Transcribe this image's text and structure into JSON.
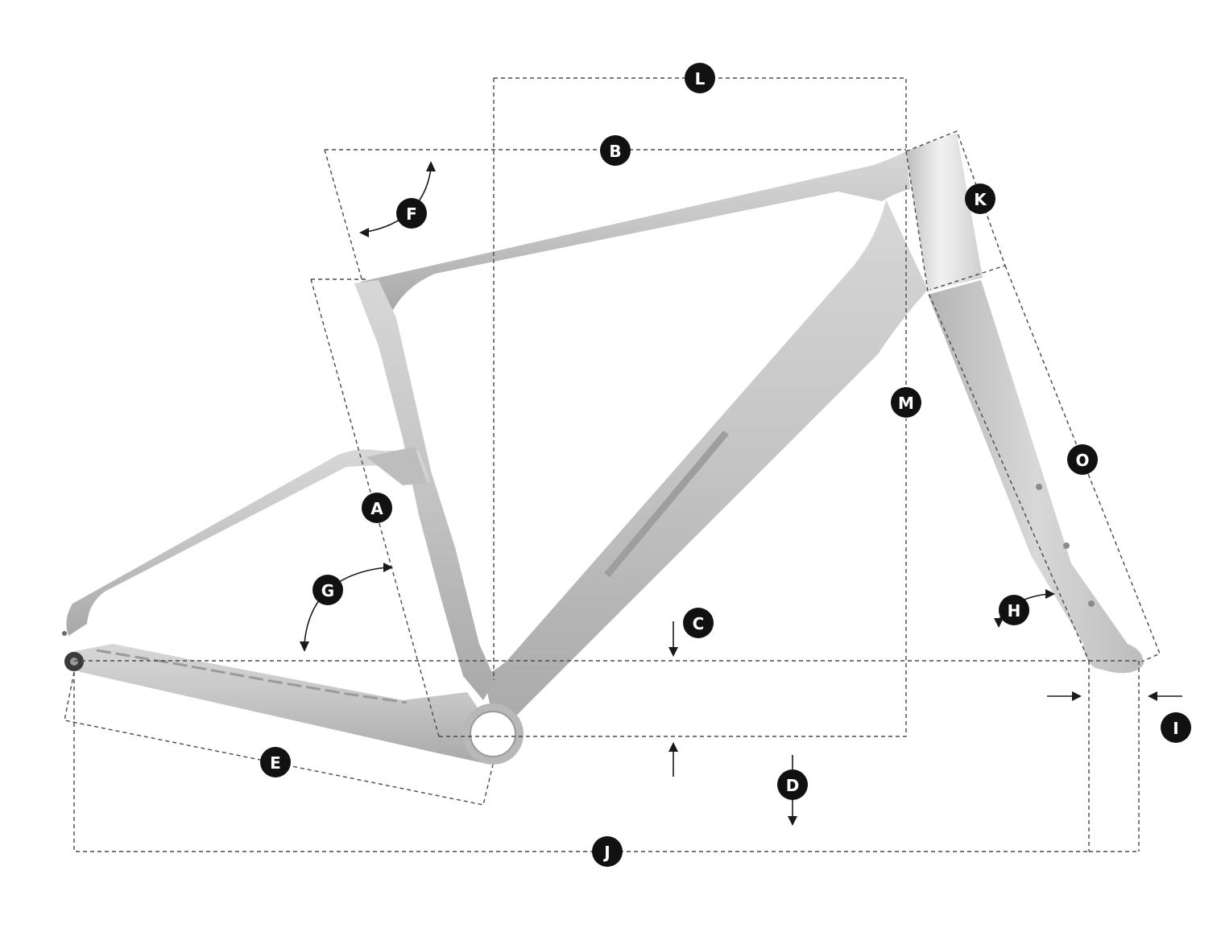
{
  "labels": {
    "A": "A",
    "B": "B",
    "C": "C",
    "D": "D",
    "E": "E",
    "F": "F",
    "G": "G",
    "H": "H",
    "I": "I",
    "J": "J",
    "K": "K",
    "L": "L",
    "M": "M",
    "O": "O"
  },
  "colors": {
    "frame": "#c9c9c9",
    "frame_shade": "#a8a8a8",
    "frame_light": "#e6e6e6",
    "dimension_lines": "#4a4a4a",
    "badge": "#111111",
    "badge_text": "#ffffff"
  }
}
